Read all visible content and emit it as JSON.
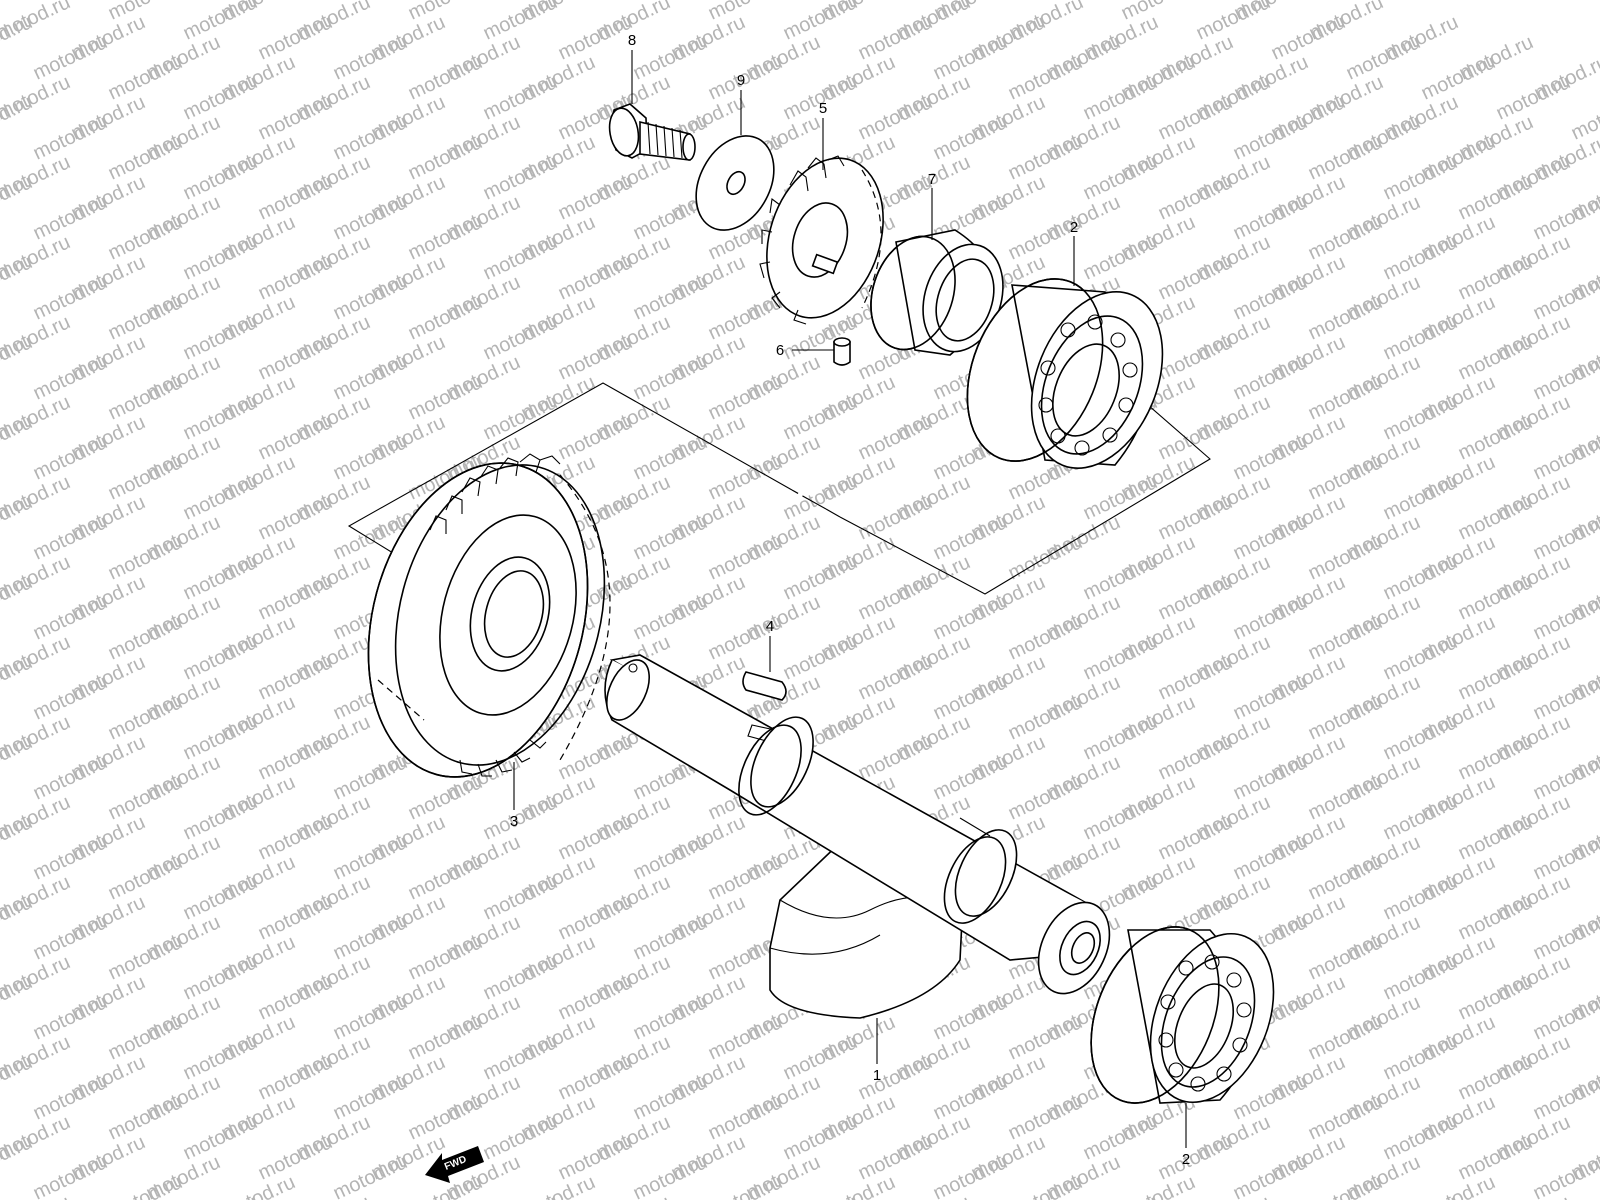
{
  "watermark": "motod.ru",
  "fwd_label": "FWD",
  "callouts": {
    "c8": "8",
    "c9": "9",
    "c5": "5",
    "c7": "7",
    "c2_top": "2",
    "c6": "6",
    "c4": "4",
    "c3": "3",
    "c1": "1",
    "c2_bottom": "2"
  },
  "icons": {
    "fwd_arrow": "fwd-arrow-icon"
  }
}
